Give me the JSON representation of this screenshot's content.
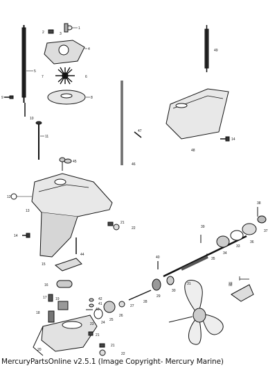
{
  "diagram": {
    "callouts": [
      {
        "id": "callout-1",
        "text": "1"
      },
      {
        "id": "callout-2",
        "text": "2"
      },
      {
        "id": "callout-3",
        "text": "3"
      },
      {
        "id": "callout-4",
        "text": "4"
      },
      {
        "id": "callout-5",
        "text": "5"
      },
      {
        "id": "callout-6",
        "text": "6"
      },
      {
        "id": "callout-7",
        "text": "7"
      },
      {
        "id": "callout-8",
        "text": "8"
      },
      {
        "id": "callout-9",
        "text": "9"
      },
      {
        "id": "callout-10",
        "text": "10"
      },
      {
        "id": "callout-11",
        "text": "11"
      },
      {
        "id": "callout-12",
        "text": "12"
      },
      {
        "id": "callout-13",
        "text": "13"
      },
      {
        "id": "callout-14a",
        "text": "14"
      },
      {
        "id": "callout-14b",
        "text": "14"
      },
      {
        "id": "callout-15",
        "text": "15"
      },
      {
        "id": "callout-16",
        "text": "16"
      },
      {
        "id": "callout-17",
        "text": "17"
      },
      {
        "id": "callout-18",
        "text": "18"
      },
      {
        "id": "callout-19",
        "text": "19"
      },
      {
        "id": "callout-20",
        "text": "20"
      },
      {
        "id": "callout-21a",
        "text": "21"
      },
      {
        "id": "callout-21b",
        "text": "21"
      },
      {
        "id": "callout-21c",
        "text": "21"
      },
      {
        "id": "callout-22a",
        "text": "22"
      },
      {
        "id": "callout-22b",
        "text": "22"
      },
      {
        "id": "callout-22c",
        "text": "22"
      },
      {
        "id": "callout-23",
        "text": "23"
      },
      {
        "id": "callout-24",
        "text": "24"
      },
      {
        "id": "callout-25",
        "text": "25"
      },
      {
        "id": "callout-26",
        "text": "26"
      },
      {
        "id": "callout-27",
        "text": "27"
      },
      {
        "id": "callout-28",
        "text": "28"
      },
      {
        "id": "callout-29",
        "text": "29"
      },
      {
        "id": "callout-30",
        "text": "30"
      },
      {
        "id": "callout-31",
        "text": "31"
      },
      {
        "id": "callout-32",
        "text": "32"
      },
      {
        "id": "callout-33",
        "text": "33"
      },
      {
        "id": "callout-34",
        "text": "34"
      },
      {
        "id": "callout-35",
        "text": "35"
      },
      {
        "id": "callout-36",
        "text": "36"
      },
      {
        "id": "callout-37",
        "text": "37"
      },
      {
        "id": "callout-38",
        "text": "38"
      },
      {
        "id": "callout-39",
        "text": "39"
      },
      {
        "id": "callout-40",
        "text": "40"
      },
      {
        "id": "callout-41",
        "text": "41"
      },
      {
        "id": "callout-42",
        "text": "42"
      },
      {
        "id": "callout-43",
        "text": "43"
      },
      {
        "id": "callout-44",
        "text": "44"
      },
      {
        "id": "callout-45",
        "text": "45"
      },
      {
        "id": "callout-46",
        "text": "46"
      },
      {
        "id": "callout-47",
        "text": "47"
      },
      {
        "id": "callout-48",
        "text": "48"
      },
      {
        "id": "callout-49",
        "text": "49"
      }
    ]
  },
  "footer": {
    "copyright": "MercuryPartsOnline v2.5.1 (Image Copyright- Mercury Marine)"
  }
}
